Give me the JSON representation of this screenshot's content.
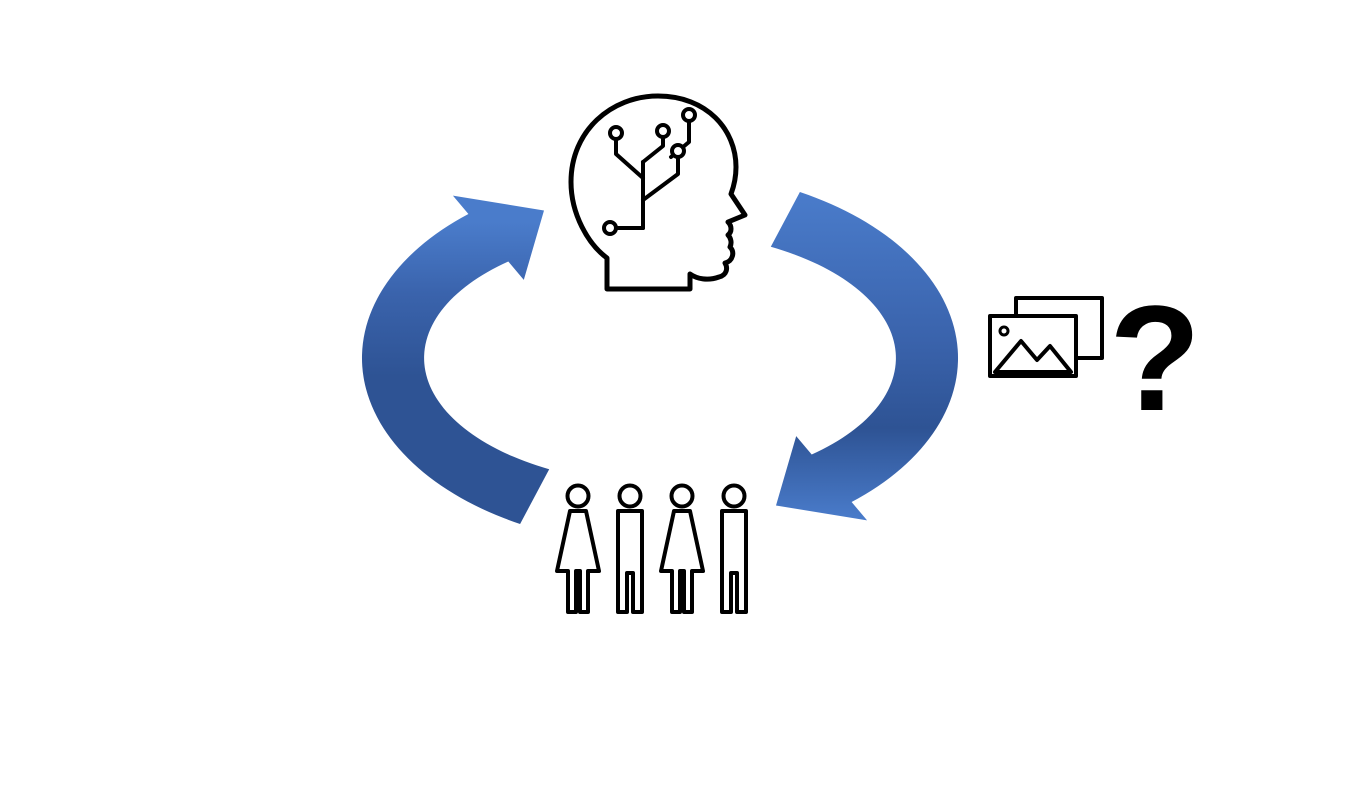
{
  "colors": {
    "bg": "#ffffff",
    "ink": "#000000",
    "arrow-light": "#4a7ccb",
    "arrow-mid": "#3a63ac",
    "arrow-dark": "#2e5394"
  },
  "diagram": {
    "question_mark": "?",
    "icons": {
      "ai_head": "ai-head-with-circuit-brain",
      "people": "four-person-group",
      "photos": "stacked-photo-frames",
      "arrow_left": "curved-arrow-people-to-ai",
      "arrow_right": "curved-arrow-ai-to-people",
      "question": "question-mark"
    }
  }
}
